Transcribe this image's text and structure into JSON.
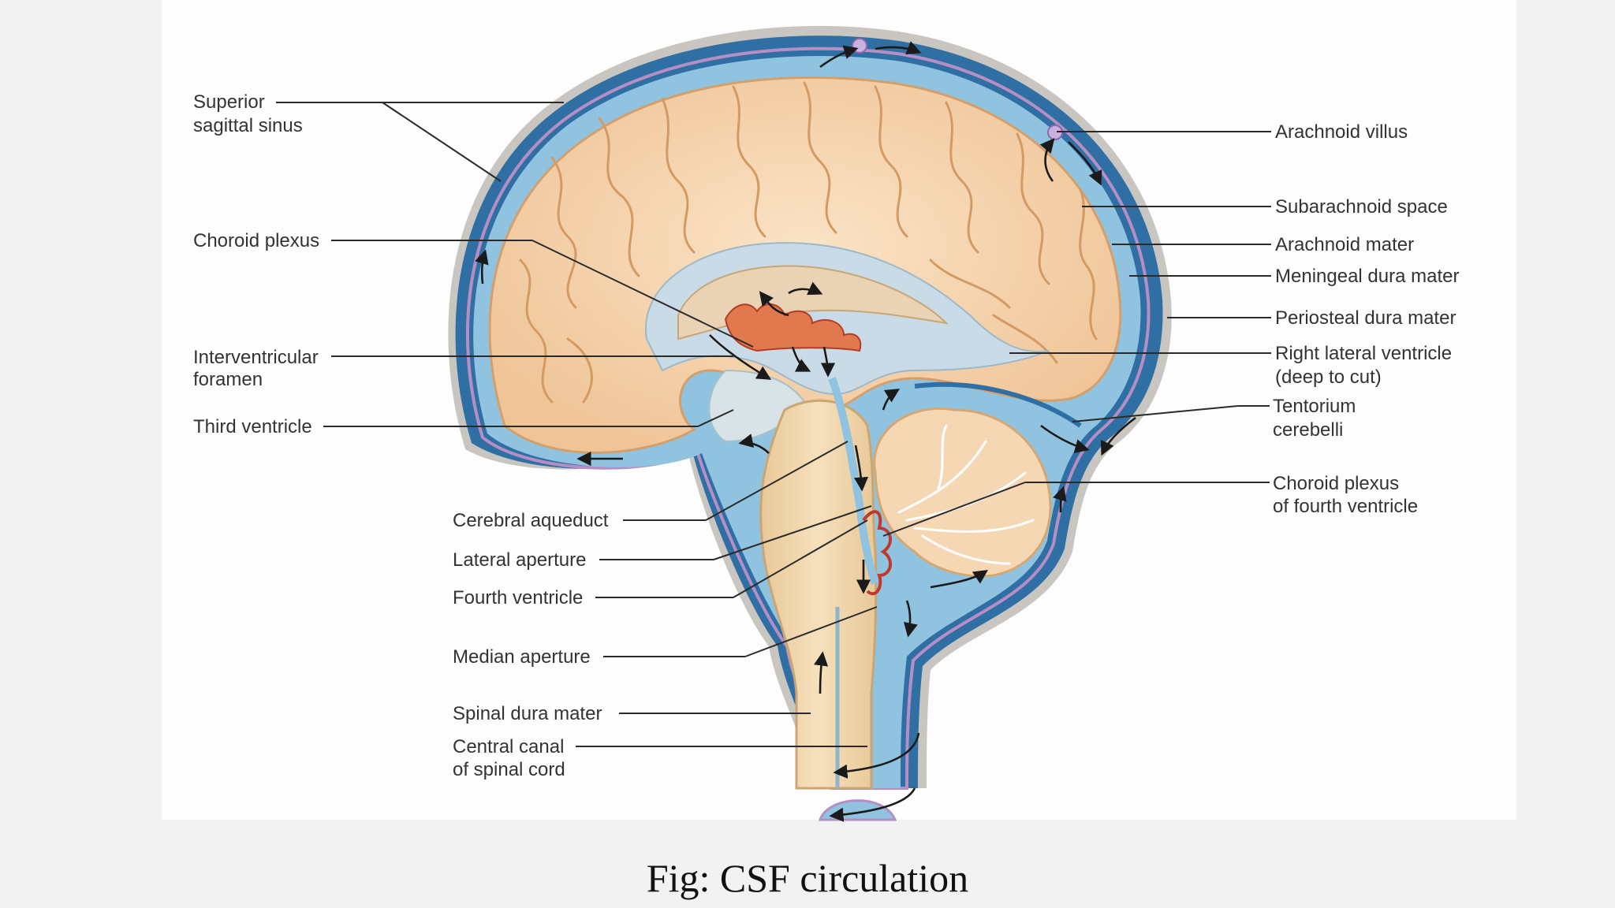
{
  "figure": {
    "caption": "Fig: CSF circulation"
  },
  "labels": {
    "superior_sagittal_sinus_1": "Superior",
    "superior_sagittal_sinus_2": "sagittal sinus",
    "choroid_plexus": "Choroid plexus",
    "interventricular_foramen_1": "Interventricular",
    "interventricular_foramen_2": "foramen",
    "third_ventricle": "Third ventricle",
    "cerebral_aqueduct": "Cerebral aqueduct",
    "lateral_aperture": "Lateral aperture",
    "fourth_ventricle": "Fourth ventricle",
    "median_aperture": "Median aperture",
    "spinal_dura_mater": "Spinal dura mater",
    "central_canal_1": "Central canal",
    "central_canal_2": "of spinal cord",
    "arachnoid_villus": "Arachnoid villus",
    "subarachnoid_space": "Subarachnoid space",
    "arachnoid_mater": "Arachnoid mater",
    "meningeal_dura_mater": "Meningeal dura mater",
    "periosteal_dura_mater": "Periosteal dura mater",
    "right_lateral_ventricle_1": "Right lateral ventricle",
    "right_lateral_ventricle_2": "(deep to cut)",
    "tentorium_cerebelli_1": "Tentorium",
    "tentorium_cerebelli_2": "cerebelli",
    "choroid_plexus_fourth_1": "Choroid plexus",
    "choroid_plexus_fourth_2": "of fourth ventricle"
  },
  "colors": {
    "background": "#f2f2f2",
    "panel": "#fdfdfd",
    "periosteal_dura": "#c9c6c2",
    "arachnoid_line": "#b58fc4",
    "csf_blue": "#3a7fb8",
    "csf_light": "#8fc3e0",
    "brain_tissue": "#f6d7b4",
    "brain_gyri": "#e2b283",
    "ventricle": "#c9dbe6",
    "brainstem": "#f1d6ad",
    "choroid": "#d4553a"
  }
}
